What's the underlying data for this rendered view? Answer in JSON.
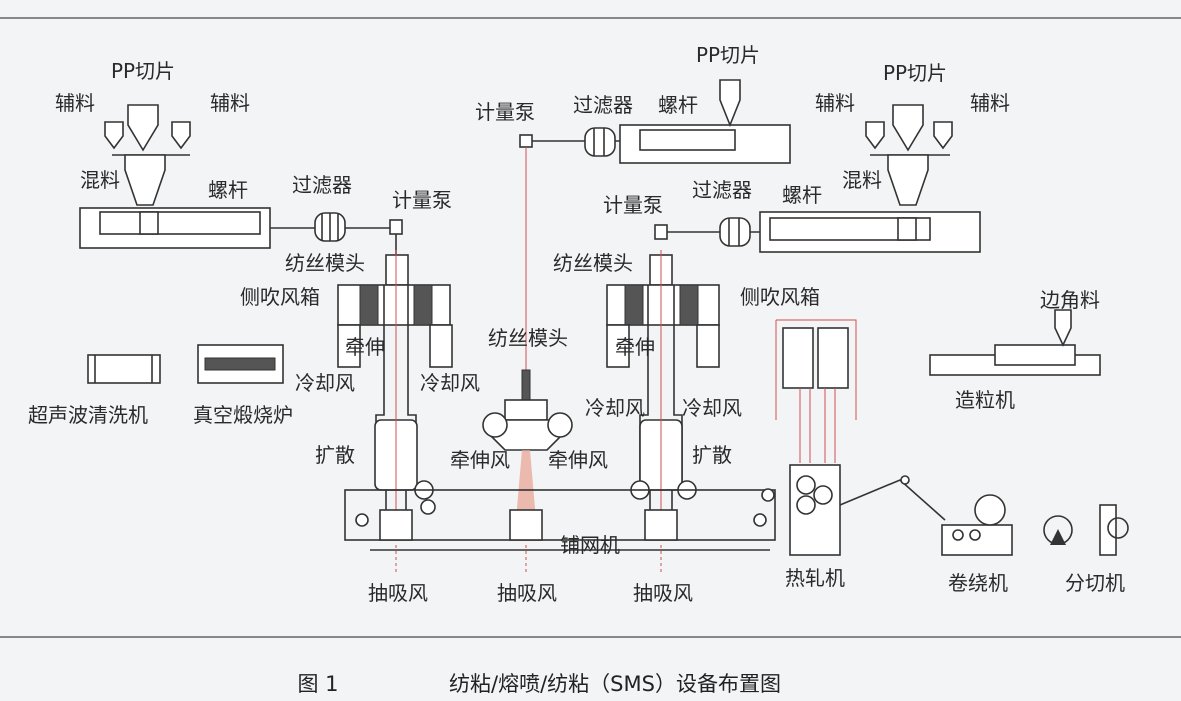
{
  "left_line": {
    "pp": "PP切片",
    "aux1": "辅料",
    "aux2": "辅料",
    "mix": "混料",
    "screw": "螺杆",
    "filter": "过滤器",
    "pump": "计量泵",
    "die": "纺丝模头",
    "quench_box": "侧吹风箱",
    "draw": "牵伸",
    "cool1": "冷却风",
    "cool2": "冷却风",
    "diffuse": "扩散"
  },
  "aux_equipment": {
    "ultrasonic": "超声波清洗机",
    "vacuum": "真空煅烧炉"
  },
  "meltblown": {
    "pump": "计量泵",
    "filter": "过滤器",
    "screw": "螺杆",
    "pp": "PP切片",
    "die": "纺丝模头",
    "draw_air1": "牵伸风",
    "draw_air2": "牵伸风"
  },
  "right_line": {
    "pp": "PP切片",
    "aux1": "辅料",
    "aux2": "辅料",
    "mix": "混料",
    "screw": "螺杆",
    "filter": "过滤器",
    "pump": "计量泵",
    "die": "纺丝模头",
    "quench_box": "侧吹风箱",
    "draw": "牵伸",
    "cool1": "冷却风",
    "cool2": "冷却风",
    "diffuse": "扩散"
  },
  "bottom": {
    "former": "铺网机",
    "suction1": "抽吸风",
    "suction2": "抽吸风",
    "suction3": "抽吸风",
    "calender": "热轧机",
    "edge_trim": "边角料",
    "pelletizer": "造粒机",
    "winder": "卷绕机",
    "slitter": "分切机"
  },
  "caption": {
    "fig": "图 1",
    "title": "纺粘/熔喷/纺粘（SMS）设备布置图"
  }
}
